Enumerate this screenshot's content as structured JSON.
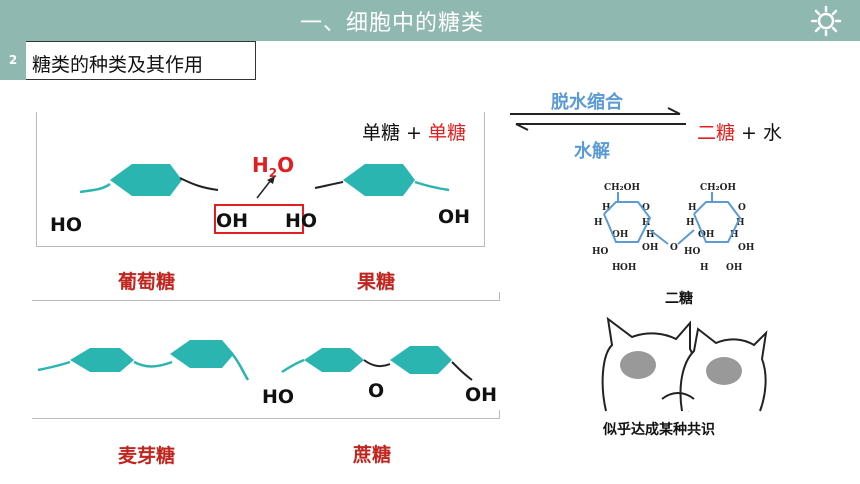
{
  "header": {
    "title": "一、细胞中的糖类",
    "icon": "gear-icon"
  },
  "section": {
    "number": "2",
    "title": "糖类的种类及其作用"
  },
  "equation": {
    "left": "单糖",
    "plus1": " + ",
    "right": "单糖",
    "forward": "脱水缩合",
    "reverse": "水解",
    "product": "二糖",
    "plus2": " + ",
    "water": "水"
  },
  "top_card": {
    "h2o_h": "H",
    "h2o_sub": "2",
    "h2o_o": "O",
    "ho_left": "HO",
    "oh_box": "OH",
    "ho_box": "HO",
    "oh_right": "OH",
    "label_left": "葡萄糖",
    "label_right": "果糖"
  },
  "bottom_card": {
    "ho": "HO",
    "o": "O",
    "oh": "OH",
    "label_left": "麦芽糖",
    "label_right": "蔗糖"
  },
  "structure": {
    "ch2oh": "CH₂OH",
    "h": "H",
    "oh": "OH",
    "ho": "HO",
    "o": "O",
    "caption": "二糖"
  },
  "meme": {
    "caption": "似乎达成某种共识"
  },
  "colors": {
    "accent": "#8fb8b0",
    "hexagon": "#2bb5b0",
    "red": "#c0261f",
    "blue": "#5b9bd5"
  }
}
